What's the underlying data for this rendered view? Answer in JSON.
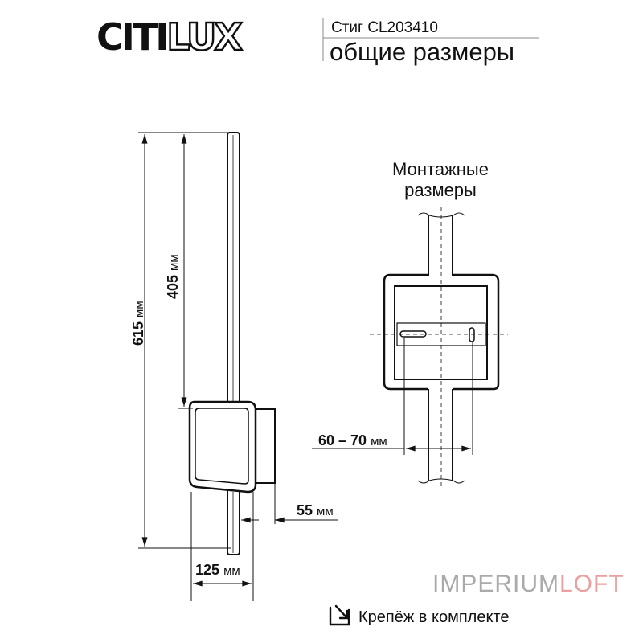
{
  "header": {
    "brand": "CITILUX",
    "brand_part1": "CITI",
    "brand_part2": "LUX",
    "model": "Стиг CL203410",
    "subtitle": "общие размеры"
  },
  "dimensions": {
    "total_height": {
      "value": "615",
      "unit": "мм"
    },
    "rod_to_body": {
      "value": "405",
      "unit": "мм"
    },
    "depth": {
      "value": "55",
      "unit": "мм"
    },
    "width": {
      "value": "125",
      "unit": "мм"
    },
    "mounting_spacing": {
      "value": "60 – 70",
      "unit": "мм"
    }
  },
  "mounting": {
    "title_line1": "Монтажные",
    "title_line2": "размеры"
  },
  "footer": {
    "icon": "arrow-down-right-box-icon",
    "text": "Крепёж в комплекте"
  },
  "watermark": {
    "part1": "IMPERIUM",
    "part2": "LOFT"
  }
}
